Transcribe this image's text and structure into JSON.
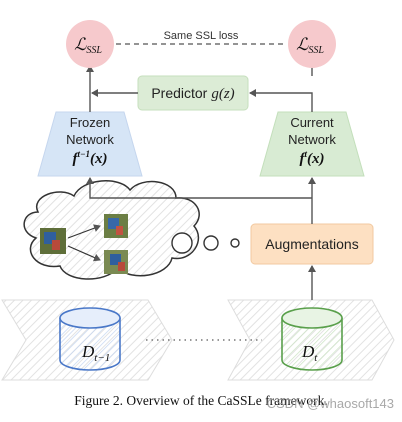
{
  "loss_left": "ℒ",
  "loss_left_sub": "SSL",
  "loss_right": "ℒ",
  "loss_right_sub": "SSL",
  "same_loss_label": "Same SSL loss",
  "predictor_label": "Predictor",
  "predictor_math": "g(z)",
  "frozen_line1": "Frozen",
  "frozen_line2": "Network",
  "frozen_math_f": "f",
  "frozen_math_sup": "t−1",
  "frozen_math_arg": "(x)",
  "current_line1": "Current",
  "current_line2": "Network",
  "current_math_f": "f",
  "current_math_sup": "t",
  "current_math_arg": "(x)",
  "augmentations_label": "Augmentations",
  "data_prev": "D",
  "data_prev_sub": "t−1",
  "data_curr": "D",
  "data_curr_sub": "t",
  "caption": "Figure 2. Overview of the CaSSLe framework.",
  "watermark": "CSDN @whaosoft143",
  "colors": {
    "loss_fill": "#f6c9cc",
    "frozen_fill": "#d6e5f6",
    "current_fill": "#d8ebd3",
    "predictor_fill": "#dcecd6",
    "augment_fill": "#fde0c2",
    "db_prev_stroke": "#4a78c8",
    "db_curr_stroke": "#5aa04c",
    "arrow": "#555555"
  }
}
